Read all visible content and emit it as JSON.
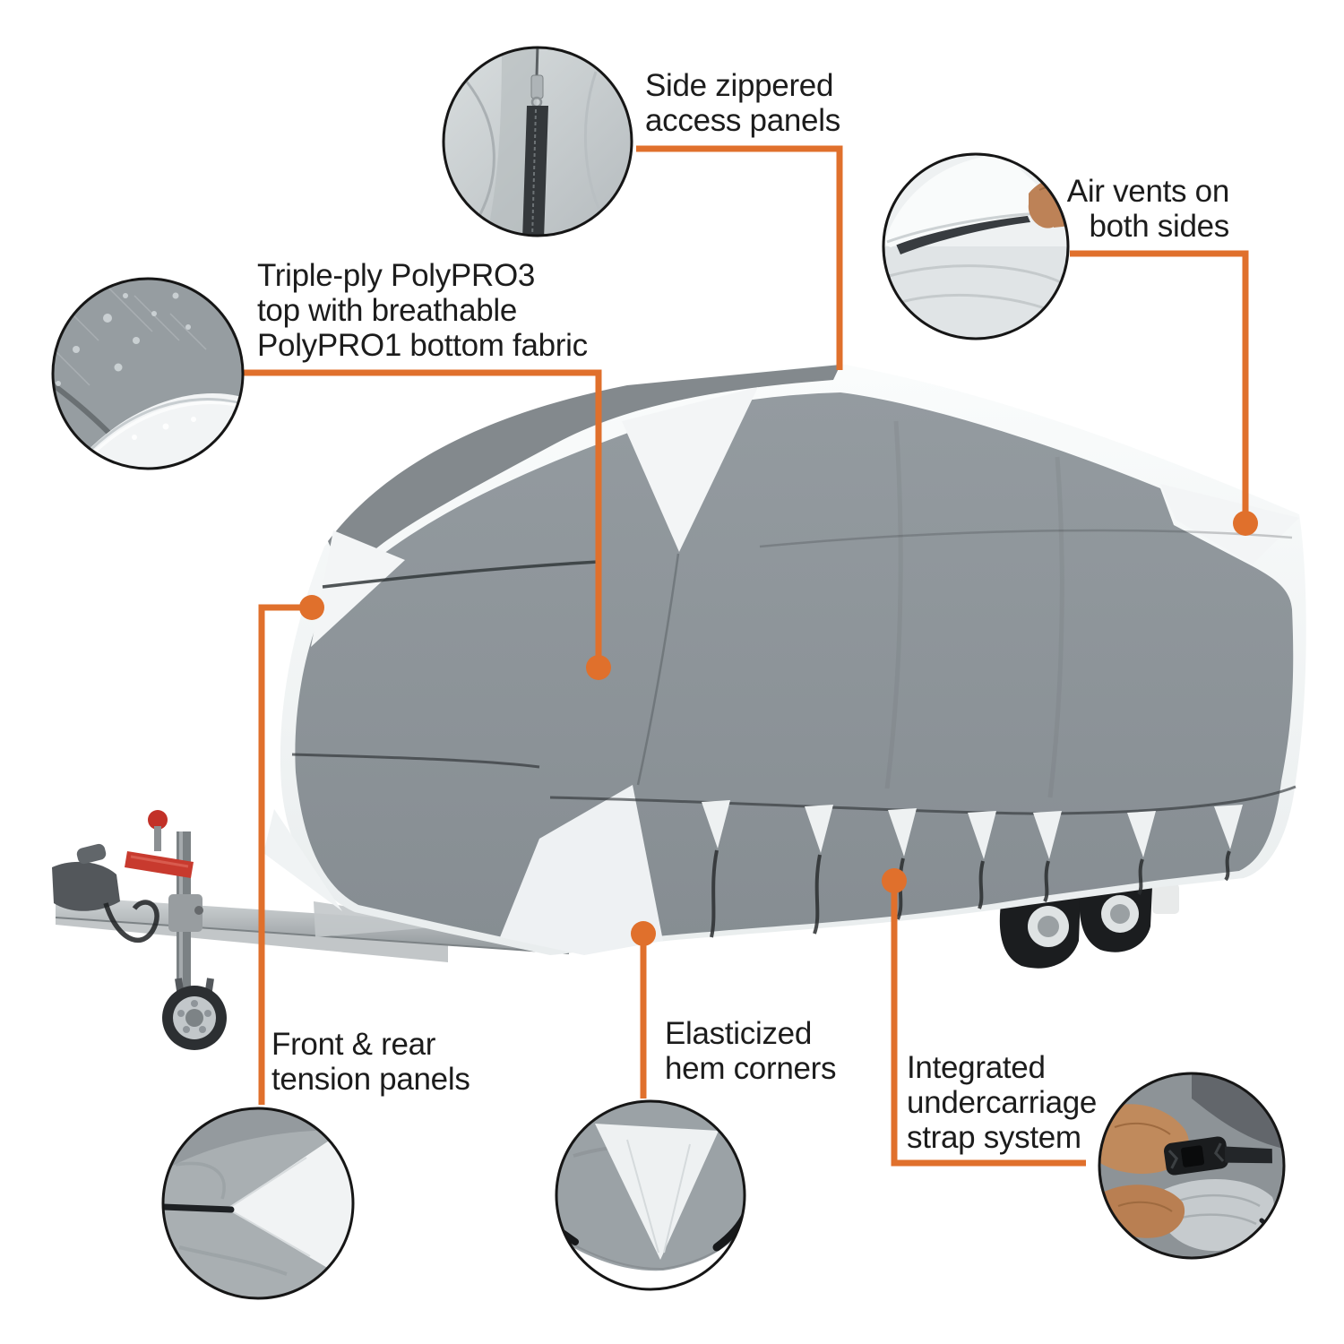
{
  "diagram": {
    "alt_text": "Caravan travel-trailer cover product feature diagram with six photo insets and orange callout lines",
    "background_color": "#FFFFFF",
    "accent_color": "#E0702C",
    "text_color": "#1C1C1C",
    "cover_gray_color": "#8B9298",
    "cover_white_color": "#F5F7F8",
    "callouts": [
      {
        "id": "side-zippered-access-panels",
        "lines": [
          "Side zippered",
          "access panels"
        ],
        "inset": "zipper-detail-photo"
      },
      {
        "id": "air-vents-both-sides",
        "lines": [
          "Air vents on",
          "both sides"
        ],
        "inset": "air-vent-detail-photo"
      },
      {
        "id": "triple-ply-fabric",
        "lines": [
          "Triple-ply PolyPRO3",
          "top with breathable",
          "PolyPRO1 bottom fabric"
        ],
        "inset": "fabric-layers-detail-photo"
      },
      {
        "id": "front-rear-tension-panels",
        "lines": [
          "Front & rear",
          "tension panels"
        ],
        "inset": "tension-panel-detail-photo"
      },
      {
        "id": "elasticized-hem-corners",
        "lines": [
          "Elasticized",
          "hem corners"
        ],
        "inset": "hem-corner-detail-photo"
      },
      {
        "id": "integrated-undercarriage-strap-system",
        "lines": [
          "Integrated",
          "undercarriage",
          "strap system"
        ],
        "inset": "strap-buckle-detail-photo"
      }
    ]
  }
}
